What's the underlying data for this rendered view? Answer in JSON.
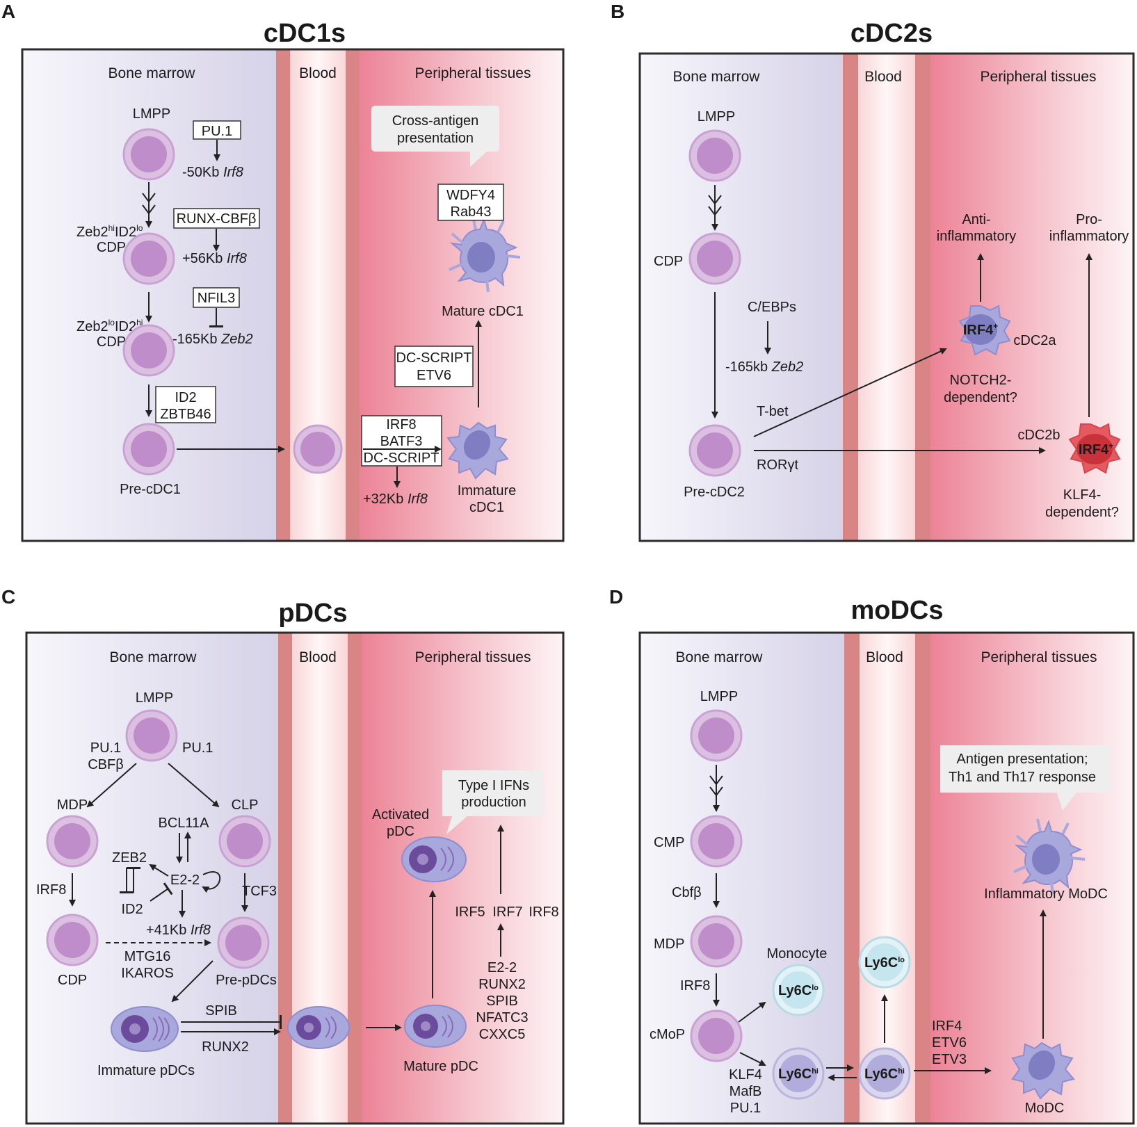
{
  "panelA": {
    "letter": "A",
    "title": "cDC1s",
    "zones": {
      "bm": "Bone marrow",
      "blood": "Blood",
      "pt": "Peripheral tissues"
    },
    "lmpp": "LMPP",
    "pu1": "PU.1",
    "irf8_50": {
      "pre": "-50Kb ",
      "gene": "Irf8"
    },
    "runx": "RUNX-CBFβ",
    "irf8_56": {
      "pre": "+56Kb ",
      "gene": "Irf8"
    },
    "cdp1": {
      "a": "Zeb2",
      "a_sup": "hi",
      "b": "ID2",
      "b_sup": "lo",
      "line2": "CDP"
    },
    "nfil3": "NFIL3",
    "zeb2_165": {
      "pre": "-165Kb ",
      "gene": "Zeb2"
    },
    "cdp2": {
      "a": "Zeb2",
      "a_sup": "lo",
      "b": "ID2",
      "b_sup": "hi",
      "line2": "CDP"
    },
    "id2": "ID2",
    "zbtb46": "ZBTB46",
    "precdc1": "Pre-cDC1",
    "irf8": "IRF8",
    "batf3": "BATF3",
    "dcscript": "DC-SCRIPT",
    "irf8_32": {
      "pre": "+32Kb ",
      "gene": "Irf8"
    },
    "immature": [
      "Immature",
      "cDC1"
    ],
    "dcscript2": "DC-SCRIPT",
    "etv6": "ETV6",
    "mature": "Mature cDC1",
    "wdfy4": "WDFY4",
    "rab43": "Rab43",
    "callout": [
      "Cross-antigen",
      "presentation"
    ]
  },
  "panelB": {
    "letter": "B",
    "title": "cDC2s",
    "zones": {
      "bm": "Bone marrow",
      "blood": "Blood",
      "pt": "Peripheral tissues"
    },
    "lmpp": "LMPP",
    "cdp": "CDP",
    "cebp": "C/EBPs",
    "zeb2_165": {
      "pre": "-165kb ",
      "gene": "Zeb2"
    },
    "precdc2": "Pre-cDC2",
    "tbet": "T-bet",
    "rorgt": "RORγt",
    "irf4": "IRF4",
    "irf4_sup": "+",
    "cdc2a": "cDC2a",
    "notch2": [
      "NOTCH2-",
      "dependent?"
    ],
    "cdc2b": "cDC2b",
    "klf4": [
      "KLF4-",
      "dependent?"
    ],
    "anti": [
      "Anti-",
      "inflammatory"
    ],
    "pro": [
      "Pro-",
      "inflammatory"
    ]
  },
  "panelC": {
    "letter": "C",
    "title": "pDCs",
    "zones": {
      "bm": "Bone marrow",
      "blood": "Blood",
      "pt": "Peripheral tissues"
    },
    "lmpp": "LMPP",
    "pu1_left": "PU.1",
    "cbfb": "CBFβ",
    "pu1_right": "PU.1",
    "mdp": "MDP",
    "clp": "CLP",
    "irf8": "IRF8",
    "cdp": "CDP",
    "bcl11a": "BCL11A",
    "zeb2": "ZEB2",
    "e22": "E2-2",
    "id2": "ID2",
    "irf8_41": {
      "pre": "+41Kb ",
      "gene": "Irf8"
    },
    "tcf3": "TCF3",
    "mtg16": "MTG16",
    "ikaros": "IKAROS",
    "prepdcs": "Pre-pDCs",
    "spib": "SPIB",
    "runx2": "RUNX2",
    "immature": "Immature pDCs",
    "mature": "Mature pDC",
    "activated": [
      "Activated",
      "pDC"
    ],
    "callout": [
      "Type I IFNs",
      "production"
    ],
    "irf5": "IRF5",
    "irf7": "IRF7",
    "irf8b": "IRF8",
    "tfs": [
      "E2-2",
      "RUNX2",
      "SPIB",
      "NFATC3",
      "CXXC5"
    ]
  },
  "panelD": {
    "letter": "D",
    "title": "moDCs",
    "zones": {
      "bm": "Bone marrow",
      "blood": "Blood",
      "pt": "Peripheral tissues"
    },
    "lmpp": "LMPP",
    "cmp": "CMP",
    "cbfb": "Cbfβ",
    "mdp": "MDP",
    "irf8": "IRF8",
    "cmop": "cMoP",
    "monocyte": "Monocyte",
    "ly6c": "Ly6C",
    "lo": "lo",
    "hi": "hi",
    "klf4": [
      "KLF4",
      "MafB",
      "PU.1"
    ],
    "tfs": [
      "IRF4",
      "ETV6",
      "ETV3"
    ],
    "modc": "MoDC",
    "inflam": "Inflammatory MoDC",
    "callout": [
      "Antigen presentation;",
      "Th1 and Th17 response"
    ]
  },
  "colors": {
    "bm": "#dcd8ec",
    "vessel": "#d98585",
    "blood": "#fbe3e3",
    "tissue": "#ee8b9d",
    "cell": "#c89ad0",
    "cellNuc": "#b274bd",
    "dc": "#a7a6dc",
    "dcNuc": "#7d7cc1",
    "pdc": "#8a6ab8",
    "red": "#e45a60",
    "mono": "#c5e6ee"
  }
}
